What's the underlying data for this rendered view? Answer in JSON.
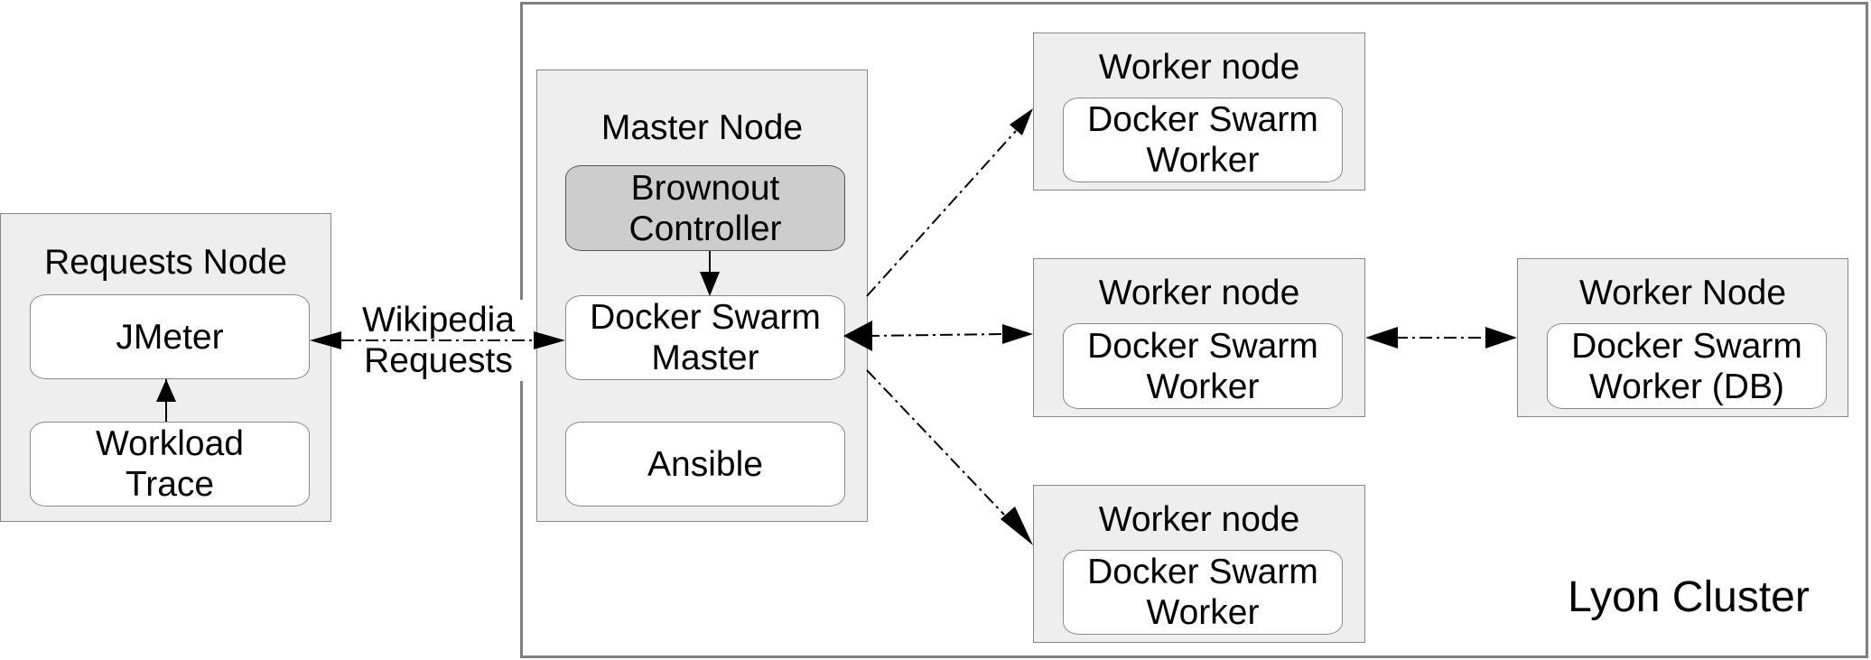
{
  "cluster": {
    "label": "Lyon Cluster"
  },
  "requests_node": {
    "title": "Requests Node",
    "jmeter": "JMeter",
    "workload": [
      "Workload",
      "Trace"
    ]
  },
  "edge_label": [
    "Wikipedia",
    "Requests"
  ],
  "master_node": {
    "title": "Master Node",
    "brownout": [
      "Brownout",
      "Controller"
    ],
    "swarm_master": [
      "Docker Swarm",
      "Master"
    ],
    "ansible": "Ansible"
  },
  "workers": [
    {
      "title": "Worker node",
      "component": [
        "Docker Swarm",
        "Worker"
      ]
    },
    {
      "title": "Worker node",
      "component": [
        "Docker Swarm",
        "Worker"
      ]
    },
    {
      "title": "Worker node",
      "component": [
        "Docker Swarm",
        "Worker"
      ]
    }
  ],
  "db_worker": {
    "title": "Worker Node",
    "component": [
      "Docker Swarm",
      "Worker (DB)"
    ]
  }
}
